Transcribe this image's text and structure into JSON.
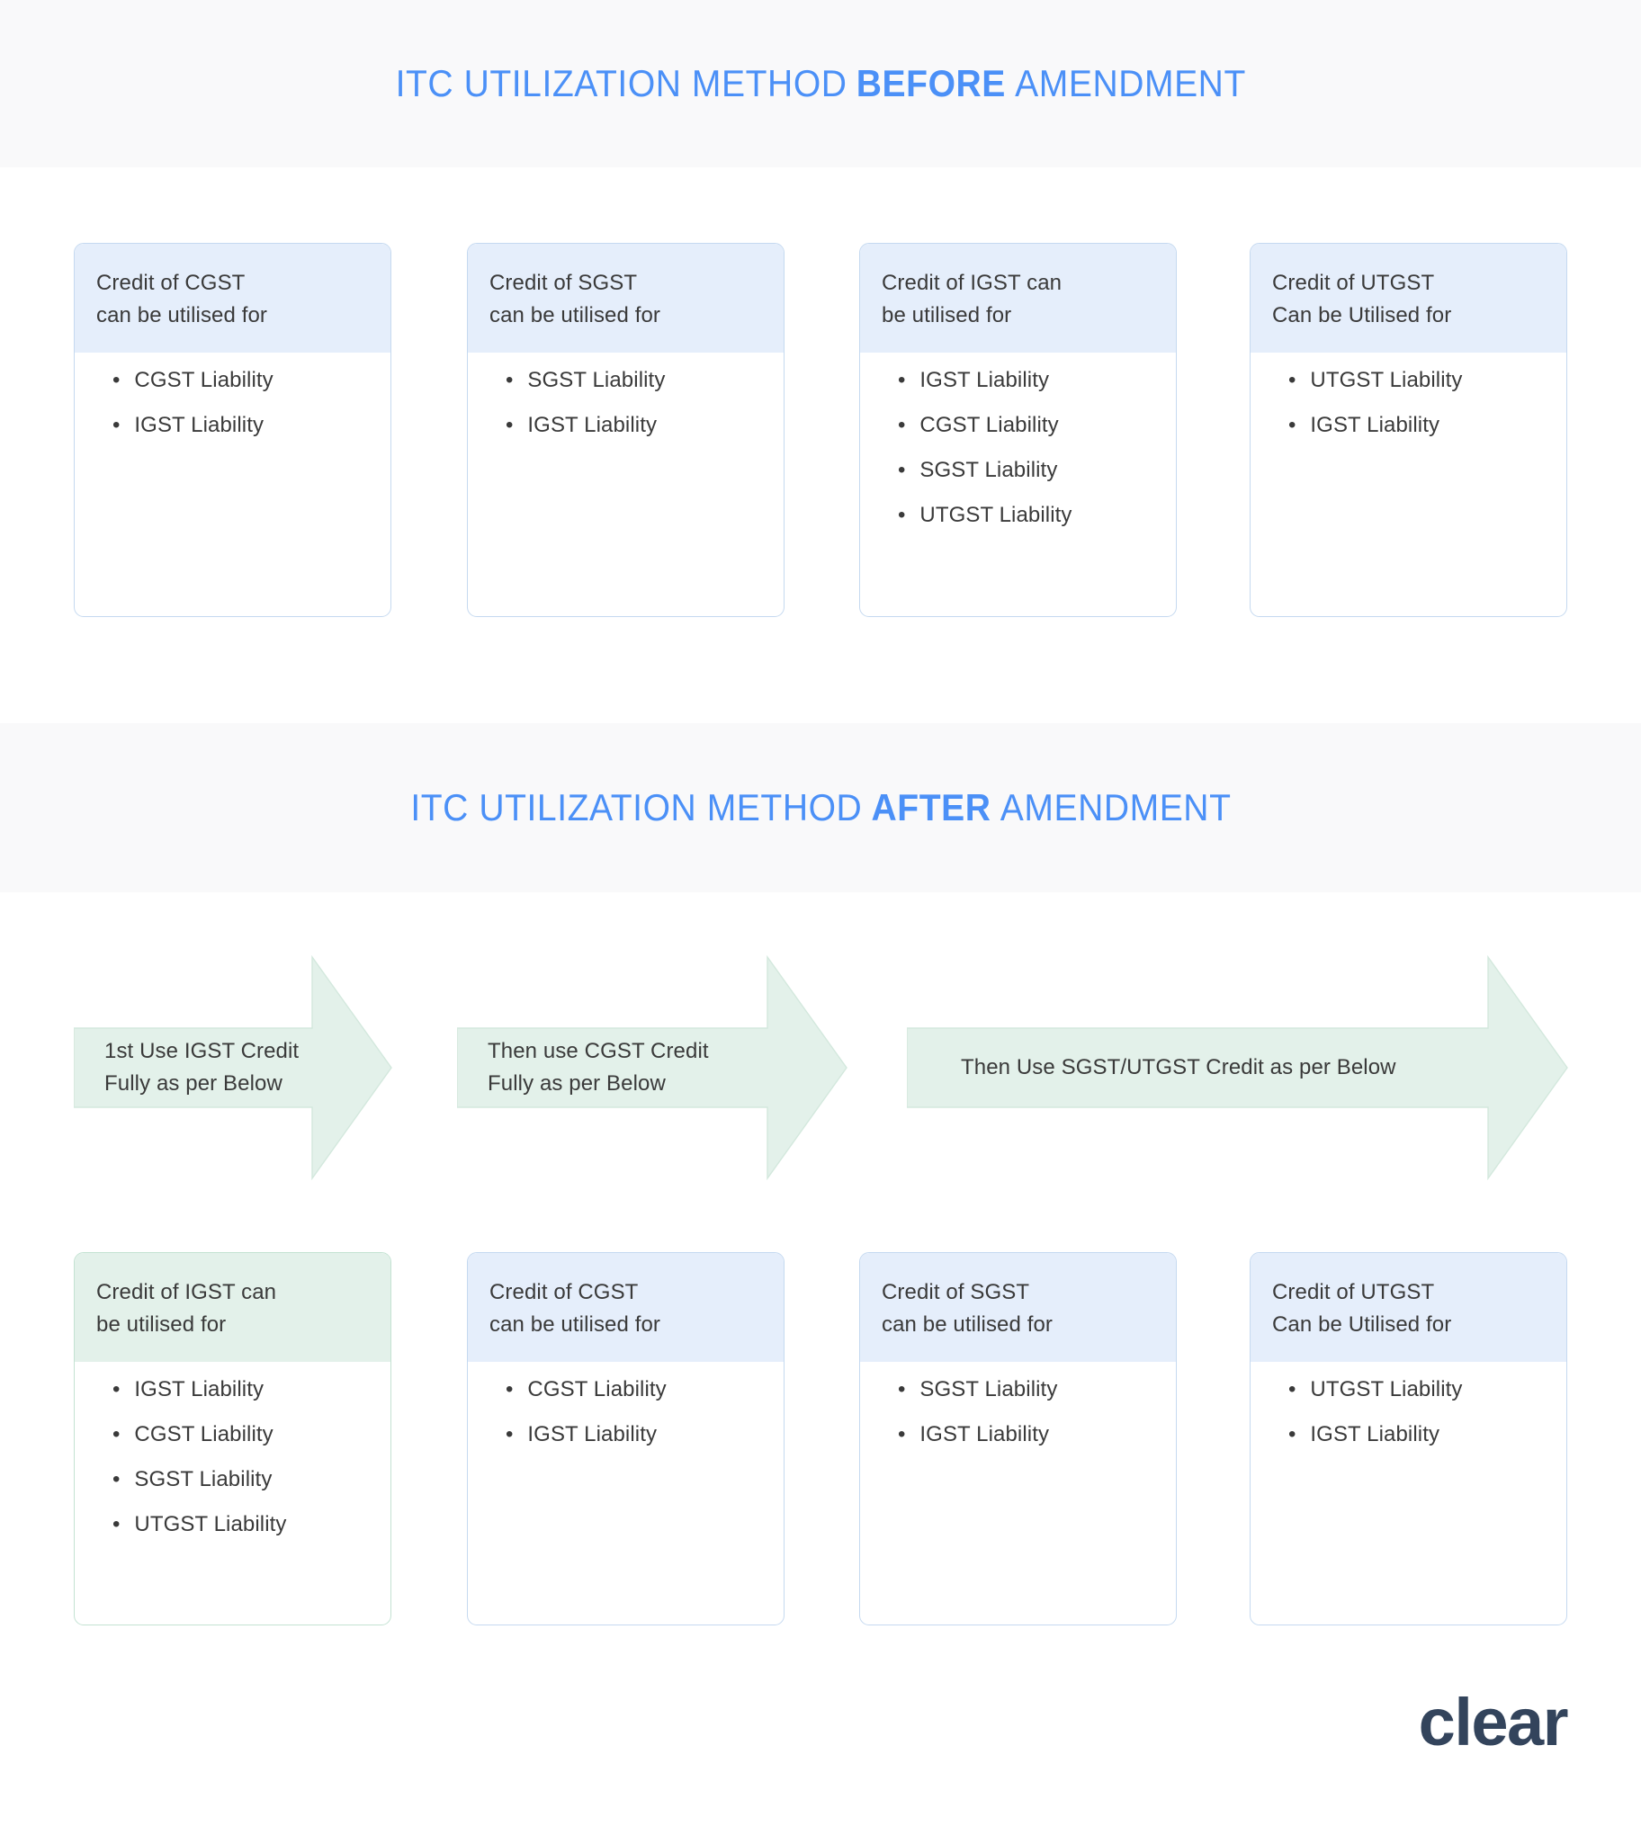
{
  "colors": {
    "page_bg": "#ffffff",
    "banner_bg": "#f9f9fa",
    "title_blue": "#4b90f7",
    "card_border_blue": "#c5d9f0",
    "card_header_blue": "#e5eefb",
    "card_border_green": "#c3e2d2",
    "card_header_green": "#e3f1ea",
    "arrow_fill": "#e3f1ea",
    "arrow_stroke": "#cfe6da",
    "text_dark": "#3a3a3a",
    "logo_navy": "#33445c"
  },
  "banners": {
    "before": {
      "prefix": "ITC UTILIZATION METHOD",
      "emphasis": "BEFORE",
      "suffix": "AMENDMENT"
    },
    "after": {
      "prefix": "ITC UTILIZATION METHOD",
      "emphasis": "AFTER",
      "suffix": "AMENDMENT"
    }
  },
  "before_cards": [
    {
      "header_line1": "Credit of CGST",
      "header_line2": "can be utilised for",
      "bullet_glyph": "•",
      "items": [
        "CGST Liability",
        "IGST Liability"
      ],
      "accent": "blue"
    },
    {
      "header_line1": "Credit of SGST",
      "header_line2": "can be utilised for",
      "bullet_glyph": "•",
      "items": [
        "SGST Liability",
        "IGST Liability"
      ],
      "accent": "blue"
    },
    {
      "header_line1": "Credit of IGST can",
      "header_line2": "be utilised for",
      "bullet_glyph": "•",
      "items": [
        "IGST Liability",
        "CGST Liability",
        "SGST Liability",
        "UTGST Liability"
      ],
      "accent": "blue"
    },
    {
      "header_line1": "Credit of UTGST",
      "header_line2": "Can be Utilised for",
      "bullet_glyph": "•",
      "items": [
        "UTGST Liability",
        "IGST Liability"
      ],
      "accent": "blue"
    }
  ],
  "arrows": [
    {
      "line1": "1st Use IGST Credit",
      "line2": "Fully as per Below"
    },
    {
      "line1": "Then use CGST Credit",
      "line2": "Fully as per Below"
    },
    {
      "line1": "Then Use SGST/UTGST Credit as per Below",
      "line2": ""
    }
  ],
  "after_cards": [
    {
      "header_line1": "Credit of IGST can",
      "header_line2": "be utilised for",
      "bullet_glyph": "•",
      "items": [
        "IGST Liability",
        "CGST Liability",
        "SGST Liability",
        "UTGST Liability"
      ],
      "accent": "green"
    },
    {
      "header_line1": "Credit of CGST",
      "header_line2": "can be utilised for",
      "bullet_glyph": "•",
      "items": [
        "CGST Liability",
        "IGST Liability"
      ],
      "accent": "blue"
    },
    {
      "header_line1": "Credit of SGST",
      "header_line2": "can be utilised for",
      "bullet_glyph": "•",
      "items": [
        "SGST Liability",
        "IGST Liability"
      ],
      "accent": "blue"
    },
    {
      "header_line1": "Credit of UTGST",
      "header_line2": "Can be Utilised for",
      "bullet_glyph": "•",
      "items": [
        "UTGST Liability",
        "IGST Liability"
      ],
      "accent": "blue"
    }
  ],
  "brand": {
    "wordmark": "clear"
  }
}
